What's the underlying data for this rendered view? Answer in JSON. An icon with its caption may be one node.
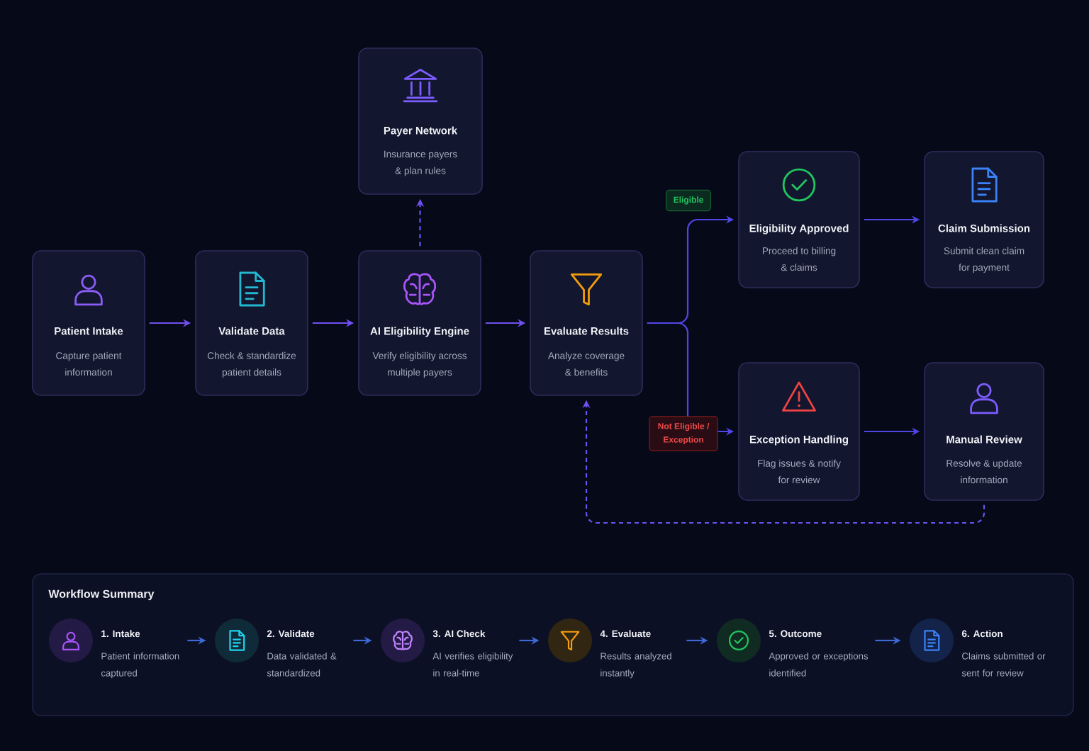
{
  "diagram": {
    "nodes": [
      {
        "text": [
          "Patient Intake",
          "Capture patient information"
        ]
      },
      {
        "text": [
          "Validate Data",
          "Check & standardize patient details"
        ]
      },
      {
        "text": [
          "AI Eligibility Engine",
          "Verify eligibility across multiple payers"
        ]
      },
      {
        "text": [
          "Payer Network",
          "Insurance payers & plan rules"
        ]
      },
      {
        "text": [
          "Evaluate Results",
          "Analyze coverage & benefits"
        ]
      },
      {
        "text": [
          "Eligibility Approved",
          "Proceed to billing & claims"
        ]
      },
      {
        "text": [
          "Claim Submission",
          "Submit clean claim for payment"
        ]
      },
      {
        "text": [
          "Exception Handling",
          "Flag issues & notify for review"
        ]
      },
      {
        "text": [
          "Manual Review",
          "Resolve & update information"
        ]
      },
      {
        "text": [
          "Workflow Summary"
        ]
      },
      {
        "text": [
          "1. Intake",
          "Patient information captured"
        ],
        "in": 9
      },
      {
        "text": [
          "2. Validate",
          "Data validated & standardized"
        ],
        "in": 9
      },
      {
        "text": [
          "3. AI Check",
          "AI verifies eligibility in real-time"
        ],
        "in": 9
      },
      {
        "text": [
          "4. Evaluate",
          "Results analyzed instantly"
        ],
        "in": 9
      },
      {
        "text": [
          "5. Outcome",
          "Approved or exceptions identified"
        ],
        "in": 9
      },
      {
        "text": [
          "6. Action",
          "Claims submitted or sent for review"
        ],
        "in": 9
      }
    ],
    "edges": [
      {
        "from": 0,
        "to": 1,
        "arrow": "to",
        "color": "#7050f0"
      },
      {
        "from": 1,
        "to": 2,
        "arrow": "to",
        "color": "#7050f0"
      },
      {
        "from": 2,
        "to": 3,
        "arrow": "to",
        "style": "dashed",
        "color": "#7050f0"
      },
      {
        "from": 2,
        "to": 4,
        "arrow": "to",
        "color": "#7050f0"
      },
      {
        "from": 4,
        "to": 5,
        "arrow": "to",
        "label": "Eligible",
        "color": "#4f46e5"
      },
      {
        "from": 4,
        "to": 7,
        "arrow": "to",
        "label": "Not Eligible / Exception",
        "color": "#4f46e5"
      },
      {
        "from": 5,
        "to": 6,
        "arrow": "to",
        "color": "#4f46e5"
      },
      {
        "from": 7,
        "to": 8,
        "arrow": "to",
        "color": "#4f46e5"
      },
      {
        "from": 8,
        "to": 4,
        "arrow": "to",
        "style": "dashed",
        "color": "#7050f0"
      },
      {
        "from": 10,
        "to": 11,
        "arrow": "to"
      },
      {
        "from": 11,
        "to": 12,
        "arrow": "to"
      },
      {
        "from": 12,
        "to": 13,
        "arrow": "to"
      },
      {
        "from": 13,
        "to": 14,
        "arrow": "to"
      },
      {
        "from": 14,
        "to": 15,
        "arrow": "to"
      }
    ]
  }
}
